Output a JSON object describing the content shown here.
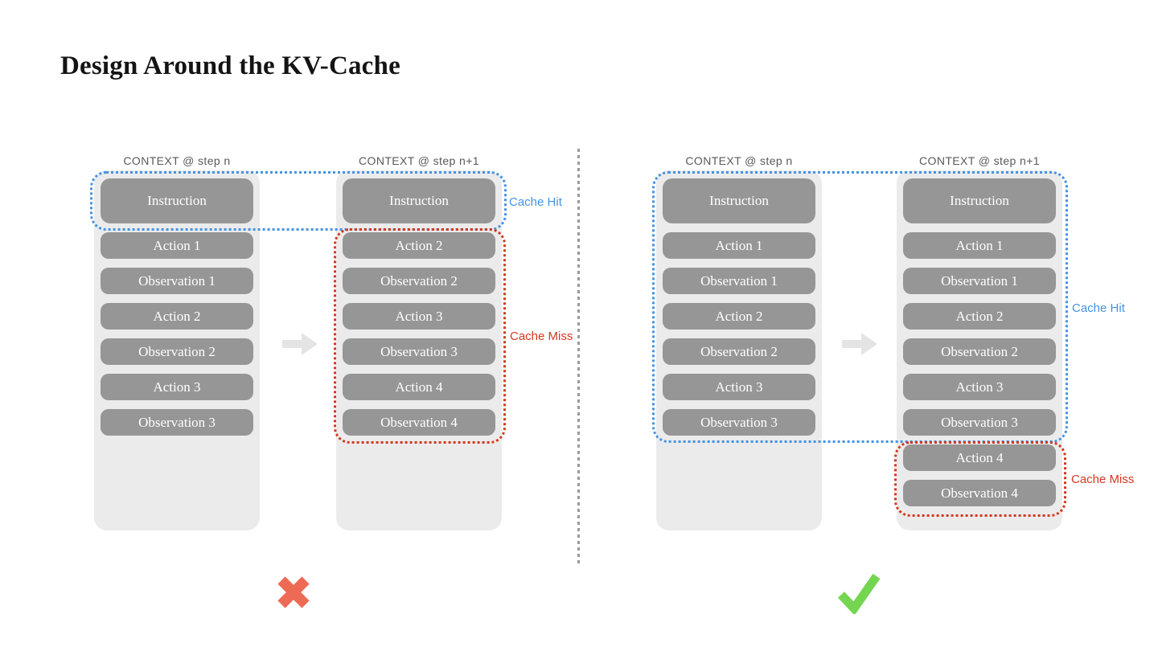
{
  "title": "Design Around the KV-Cache",
  "labels": {
    "cache_hit": "Cache Hit",
    "cache_miss": "Cache Miss"
  },
  "colors": {
    "blue": "#4493E4",
    "red": "#D2381F",
    "pill": "#969696",
    "pill_text": "#FFFFFF",
    "container": "#EBEBEB",
    "header_text": "#595959",
    "arrow": "#E4E4E4",
    "x_mark": "#ED6A55",
    "check_mark": "#74D551",
    "divider": "#9B9B9B",
    "title_text": "#141414"
  },
  "diagrams": [
    {
      "id": "cache-breaking",
      "verdict": "bad",
      "verdict_icon": "x-mark",
      "columns": [
        {
          "header": "CONTEXT @ step n",
          "blocks": [
            "Instruction",
            "Action 1",
            "Observation 1",
            "Action 2",
            "Observation 2",
            "Action 3",
            "Observation 3"
          ]
        },
        {
          "header": "CONTEXT @ step n+1",
          "blocks": [
            "Instruction",
            "Action 2",
            "Observation 2",
            "Action 3",
            "Observation 3",
            "Action 4",
            "Observation 4"
          ]
        }
      ]
    },
    {
      "id": "cache-friendly",
      "verdict": "good",
      "verdict_icon": "checkmark",
      "columns": [
        {
          "header": "CONTEXT @ step n",
          "blocks": [
            "Instruction",
            "Action 1",
            "Observation 1",
            "Action 2",
            "Observation 2",
            "Action 3",
            "Observation 3"
          ]
        },
        {
          "header": "CONTEXT @ step n+1",
          "blocks": [
            "Instruction",
            "Action 1",
            "Observation 1",
            "Action 2",
            "Observation 2",
            "Action 3",
            "Observation 3",
            "Action 4",
            "Observation 4"
          ]
        }
      ]
    }
  ]
}
